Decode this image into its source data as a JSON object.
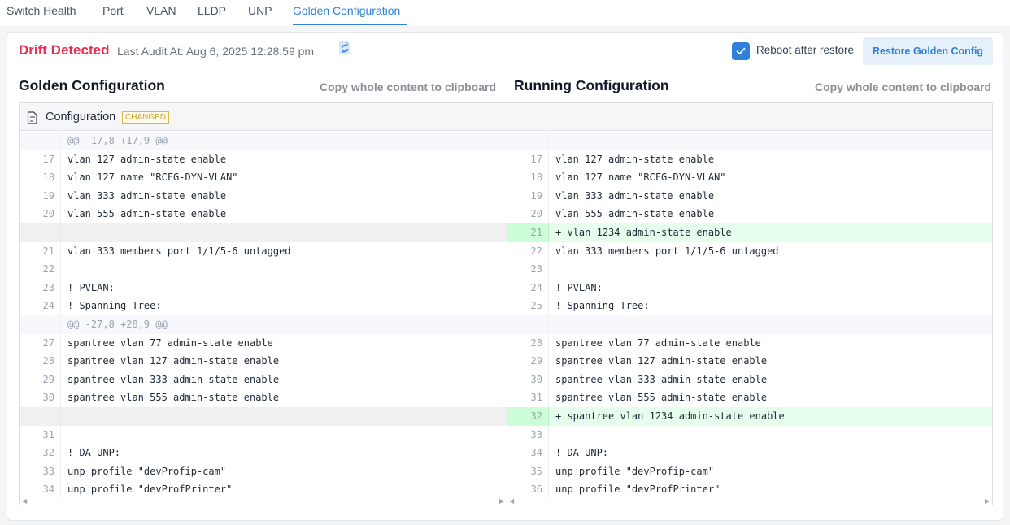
{
  "tabs": [
    {
      "label": "Switch Health",
      "active": false
    },
    {
      "label": "Port",
      "active": false
    },
    {
      "label": "VLAN",
      "active": false
    },
    {
      "label": "LLDP",
      "active": false
    },
    {
      "label": "UNP",
      "active": false
    },
    {
      "label": "Golden Configuration",
      "active": true
    }
  ],
  "status": {
    "drift_label": "Drift Detected",
    "last_audit": "Last Audit At: Aug 6, 2025 12:28:59 pm",
    "icon": "refresh-audit-icon"
  },
  "actions": {
    "reboot_label": "Reboot after restore",
    "reboot_checked": true,
    "restore_button": "Restore Golden Config"
  },
  "golden": {
    "title": "Golden Configuration",
    "copy_label": "Copy whole content to clipboard"
  },
  "running": {
    "title": "Running Configuration",
    "copy_label": "Copy whole content to clipboard"
  },
  "diff": {
    "file_label": "Configuration",
    "badge": "CHANGED",
    "left": [
      {
        "type": "hunk",
        "num": "",
        "text": "@@ -17,8 +17,9 @@"
      },
      {
        "type": "normal",
        "num": "17",
        "text": "vlan 127 admin-state enable"
      },
      {
        "type": "normal",
        "num": "18",
        "text": "vlan 127 name \"RCFG-DYN-VLAN\""
      },
      {
        "type": "normal",
        "num": "19",
        "text": "vlan 333 admin-state enable"
      },
      {
        "type": "normal",
        "num": "20",
        "text": "vlan 555 admin-state enable"
      },
      {
        "type": "empty",
        "num": "",
        "text": ""
      },
      {
        "type": "normal",
        "num": "21",
        "text": "vlan 333 members port 1/1/5-6 untagged"
      },
      {
        "type": "normal",
        "num": "22",
        "text": ""
      },
      {
        "type": "normal",
        "num": "23",
        "text": "! PVLAN:"
      },
      {
        "type": "normal",
        "num": "24",
        "text": "! Spanning Tree:"
      },
      {
        "type": "hunk",
        "num": "",
        "text": "@@ -27,8 +28,9 @@"
      },
      {
        "type": "normal",
        "num": "27",
        "text": "spantree vlan 77 admin-state enable"
      },
      {
        "type": "normal",
        "num": "28",
        "text": "spantree vlan 127 admin-state enable"
      },
      {
        "type": "normal",
        "num": "29",
        "text": "spantree vlan 333 admin-state enable"
      },
      {
        "type": "normal",
        "num": "30",
        "text": "spantree vlan 555 admin-state enable"
      },
      {
        "type": "empty",
        "num": "",
        "text": ""
      },
      {
        "type": "normal",
        "num": "31",
        "text": ""
      },
      {
        "type": "normal",
        "num": "32",
        "text": "! DA-UNP:"
      },
      {
        "type": "normal",
        "num": "33",
        "text": "unp profile \"devProfip-cam\""
      },
      {
        "type": "normal",
        "num": "34",
        "text": "unp profile \"devProfPrinter\""
      }
    ],
    "right": [
      {
        "type": "hunk",
        "num": "",
        "text": ""
      },
      {
        "type": "normal",
        "num": "17",
        "text": "vlan 127 admin-state enable"
      },
      {
        "type": "normal",
        "num": "18",
        "text": "vlan 127 name \"RCFG-DYN-VLAN\""
      },
      {
        "type": "normal",
        "num": "19",
        "text": "vlan 333 admin-state enable"
      },
      {
        "type": "normal",
        "num": "20",
        "text": "vlan 555 admin-state enable"
      },
      {
        "type": "added",
        "num": "21",
        "text": "+ vlan 1234 admin-state enable"
      },
      {
        "type": "normal",
        "num": "22",
        "text": "vlan 333 members port 1/1/5-6 untagged"
      },
      {
        "type": "normal",
        "num": "23",
        "text": ""
      },
      {
        "type": "normal",
        "num": "24",
        "text": "! PVLAN:"
      },
      {
        "type": "normal",
        "num": "25",
        "text": "! Spanning Tree:"
      },
      {
        "type": "hunk",
        "num": "",
        "text": ""
      },
      {
        "type": "normal",
        "num": "28",
        "text": "spantree vlan 77 admin-state enable"
      },
      {
        "type": "normal",
        "num": "29",
        "text": "spantree vlan 127 admin-state enable"
      },
      {
        "type": "normal",
        "num": "30",
        "text": "spantree vlan 333 admin-state enable"
      },
      {
        "type": "normal",
        "num": "31",
        "text": "spantree vlan 555 admin-state enable"
      },
      {
        "type": "added",
        "num": "32",
        "text": "+ spantree vlan 1234 admin-state enable"
      },
      {
        "type": "normal",
        "num": "33",
        "text": ""
      },
      {
        "type": "normal",
        "num": "34",
        "text": "! DA-UNP:"
      },
      {
        "type": "normal",
        "num": "35",
        "text": "unp profile \"devProfip-cam\""
      },
      {
        "type": "normal",
        "num": "36",
        "text": "unp profile \"devProfPrinter\""
      }
    ]
  }
}
